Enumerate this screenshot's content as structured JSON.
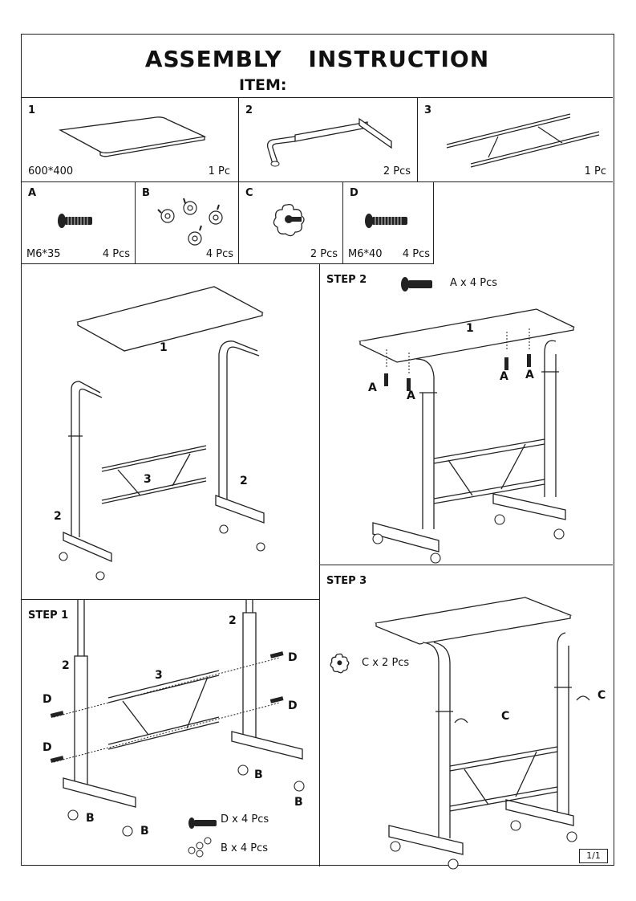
{
  "header": {
    "title": "ASSEMBLY INSTRUCTION",
    "item": "ITEM:"
  },
  "parts": [
    {
      "num": "1",
      "size": "600*400",
      "qty": "1 Pc"
    },
    {
      "num": "2",
      "qty": "2 Pcs"
    },
    {
      "num": "3",
      "qty": "1 Pc"
    }
  ],
  "hardware": [
    {
      "letter": "A",
      "size": "M6*35",
      "qty": "4 Pcs"
    },
    {
      "letter": "B",
      "qty": "4 Pcs"
    },
    {
      "letter": "C",
      "qty": "2 Pcs"
    },
    {
      "letter": "D",
      "size": "M6*40",
      "qty": "4 Pcs"
    }
  ],
  "overview": {
    "top": "1",
    "side_left": "2",
    "side_right": "2",
    "brace": "3"
  },
  "step1": {
    "title": "STEP 1",
    "left": "2",
    "right": "2",
    "brace": "3",
    "d_label": "D",
    "b_label": "B",
    "legend_d": "D x 4 Pcs",
    "legend_b": "B x 4 Pcs"
  },
  "step2": {
    "title": "STEP 2",
    "legend": "A x 4 Pcs",
    "top": "1",
    "a_label": "A"
  },
  "step3": {
    "title": "STEP 3",
    "legend": "C x 2 Pcs",
    "c_label": "C"
  },
  "page": "1/1"
}
